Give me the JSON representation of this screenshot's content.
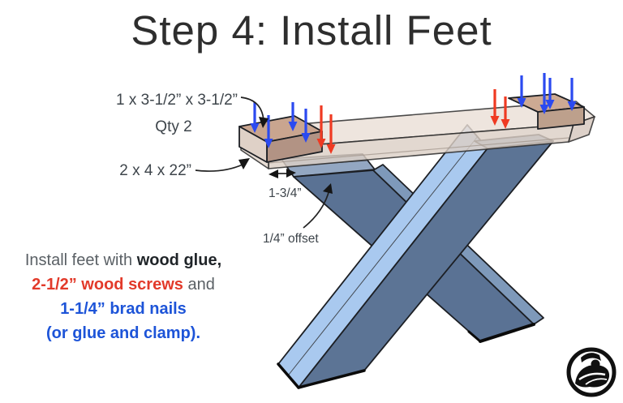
{
  "title": "Step 4: Install Feet",
  "labels": {
    "foot_size": "1 x 3-1/2” x 3-1/2”",
    "foot_qty": "Qty 2",
    "beam_size": "2 x 4 x 22”",
    "edge_distance": "1-3/4”",
    "leg_offset": "1/4” offset"
  },
  "instructions": {
    "line1_pre": "Install feet with ",
    "line1_bold": "wood glue",
    "line1_end": ",",
    "line2_red": "2-1/2” wood screws",
    "line2_end": " and",
    "line3_blue": "1-1/4” brad nails",
    "line4_blue": "(or glue and clamp)."
  },
  "colors": {
    "brad_nail_arrow_blue": "#2b4af0",
    "wood_screw_arrow_red": "#ef3a22",
    "instruction_red": "#e23a2a",
    "instruction_blue": "#1d54d8",
    "leg_face_blue": "#5c7495",
    "leg_side_light_blue": "#a9c9ef",
    "foot_top_tan": "#c9a58f",
    "beam_beige": "#eadfd7"
  },
  "fastener_arrows": {
    "blue": [
      [
        314,
        126,
        152
      ],
      [
        331,
        142,
        171
      ],
      [
        361,
        126,
        150
      ],
      [
        377,
        134,
        164
      ],
      [
        643,
        93,
        121
      ],
      [
        671,
        90,
        129
      ],
      [
        678,
        96,
        123
      ],
      [
        705,
        96,
        125
      ]
    ],
    "red": [
      [
        396,
        130,
        171
      ],
      [
        408,
        141,
        178
      ],
      [
        610,
        110,
        143
      ],
      [
        623,
        119,
        147
      ]
    ]
  }
}
